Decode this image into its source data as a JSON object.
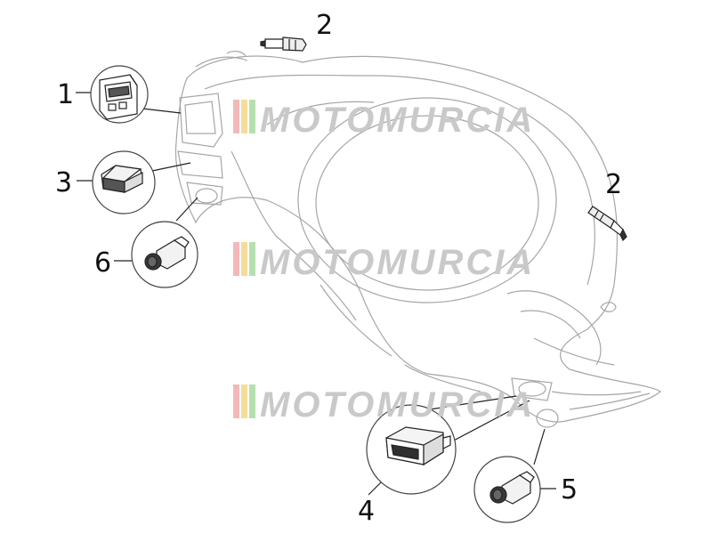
{
  "diagram": {
    "callouts": [
      {
        "id": "1",
        "label": "1"
      },
      {
        "id": "2a",
        "label": "2"
      },
      {
        "id": "2b",
        "label": "2"
      },
      {
        "id": "3",
        "label": "3"
      },
      {
        "id": "4",
        "label": "4"
      },
      {
        "id": "5",
        "label": "5"
      },
      {
        "id": "6",
        "label": "6"
      }
    ]
  },
  "watermark": {
    "text": "MOTOMURCIA",
    "stripe_colors": [
      "#f2b8b8",
      "#f5dc9a",
      "#b6dfb0"
    ],
    "text_color": "#c9c9c9"
  },
  "colors": {
    "line": "#333333",
    "background_line": "#9a9a9a"
  }
}
